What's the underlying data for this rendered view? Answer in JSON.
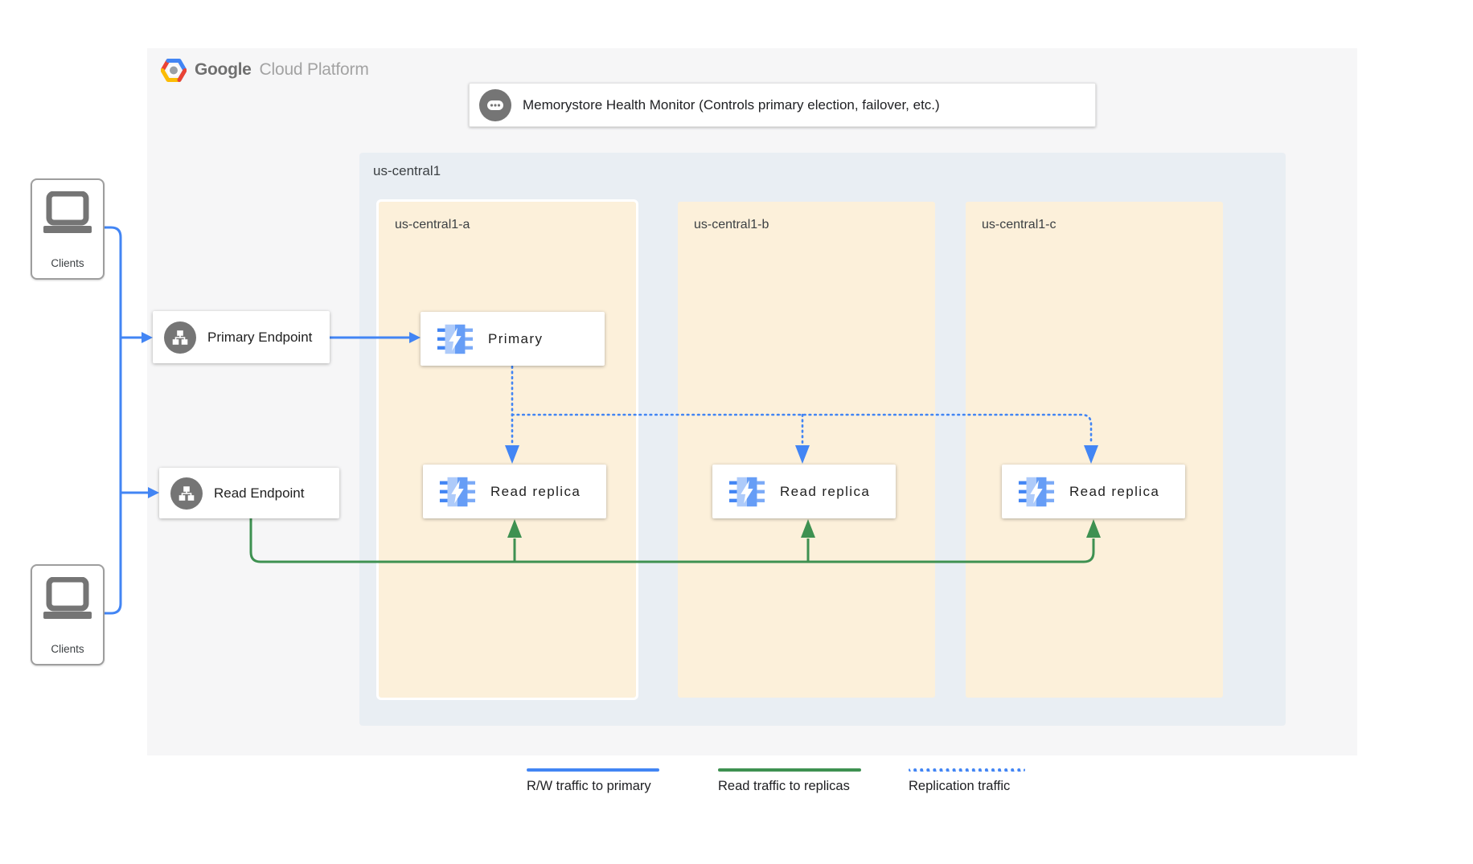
{
  "header": {
    "logo_google": "Google",
    "logo_rest": "Cloud Platform"
  },
  "health_monitor": {
    "label": "Memorystore Health Monitor (Controls primary election, failover, etc.)",
    "icon": "console-dots-icon"
  },
  "region": {
    "name": "us-central1",
    "zones": [
      {
        "name": "us-central1-a",
        "highlighted": true,
        "nodes": [
          {
            "label": "Primary",
            "icon": "memorystore-icon"
          },
          {
            "label": "Read replica",
            "icon": "memorystore-icon"
          }
        ]
      },
      {
        "name": "us-central1-b",
        "highlighted": false,
        "nodes": [
          {
            "label": "Read replica",
            "icon": "memorystore-icon"
          }
        ]
      },
      {
        "name": "us-central1-c",
        "highlighted": false,
        "nodes": [
          {
            "label": "Read replica",
            "icon": "memorystore-icon"
          }
        ]
      }
    ]
  },
  "endpoints": [
    {
      "label": "Primary Endpoint",
      "icon": "network-endpoint-icon"
    },
    {
      "label": "Read Endpoint",
      "icon": "network-endpoint-icon"
    }
  ],
  "clients": [
    {
      "label": "Clients",
      "icon": "laptop-icon"
    },
    {
      "label": "Clients",
      "icon": "laptop-icon"
    }
  ],
  "legend": [
    {
      "label": "R/W traffic to primary",
      "style": "solid",
      "color": "#4285f4"
    },
    {
      "label": "Read traffic to replicas",
      "style": "solid",
      "color": "#3e9151"
    },
    {
      "label": "Replication traffic",
      "style": "dotted",
      "color": "#4285f4"
    }
  ],
  "colors": {
    "panel_bg": "#f6f6f7",
    "region_bg": "#e9eef3",
    "zone_bg": "#fcf0da",
    "rw_traffic": "#4285f4",
    "read_traffic": "#3e9151",
    "replication_traffic": "#4285f4",
    "icon_gray": "#757575",
    "memorystore_light": "#aecbfa",
    "memorystore_dark": "#669df6"
  }
}
